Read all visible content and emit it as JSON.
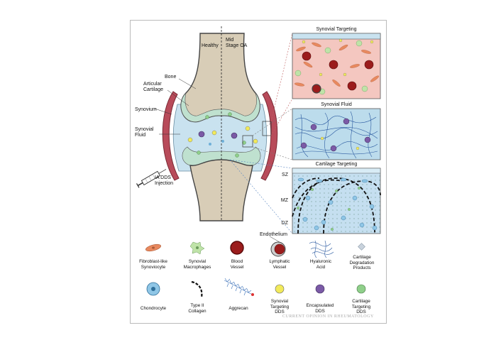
{
  "joint": {
    "healthy": "Healthy",
    "mid_stage": "Mid\nStage OA",
    "bone": "Bone",
    "articular_cartilage": "Articular\nCartilage",
    "synovium": "Synovium",
    "synovial_fluid": "Synovial\nFluid",
    "injection": "IA DDS\nInjection"
  },
  "panels": {
    "synovial_targeting": "Synovial Targeting",
    "synovial_fluid": "Synovial Fluid",
    "cartilage_targeting": "Cartilage Targeting",
    "zones": [
      "SZ",
      "MZ",
      "DZ"
    ]
  },
  "legend": {
    "endothelium": "Endothelium",
    "items": [
      "Fibroblast-like\nSynoviocyte",
      "Synovial\nMacrophages",
      "Blood\nVessel",
      "Lymphatic\nVessel",
      "Hyaluronic\nAcid",
      "Cartilage\nDegradation\nProducts",
      "Chondrocyte",
      "Type II\nCollagen",
      "Aggrecan",
      "Synovial\nTargeting\nDDS",
      "Encapsulated\nDDS",
      "Cartilage\nTargeting\nDDS"
    ]
  },
  "watermark": "CURRENT OPINION IN RHEUMATOLOGY",
  "colors": {
    "bone": "#d8cdb7",
    "fluid": "#c9e2ef",
    "synovium": "#b84b5a",
    "synovial_panel": "#f4c7c0",
    "cartilage_panel": "#c5dff0"
  }
}
